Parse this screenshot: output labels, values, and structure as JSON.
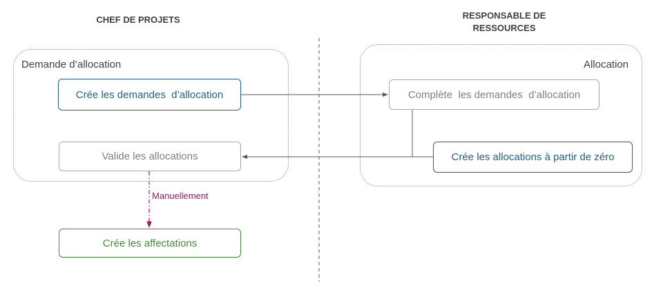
{
  "lanes": {
    "left_title": "CHEF DE PROJETS",
    "right_title_line1": "RESPONSABLE DE",
    "right_title_line2": "RESSOURCES"
  },
  "groups": {
    "left_label": "Demande d’allocation",
    "right_label": "Allocation"
  },
  "nodes": {
    "create_requests": "Crée les demandes  d’allocation",
    "complete_requests": "Complète  les demandes  d’allocation",
    "validate": "Valide les allocations",
    "create_from_scratch": "Crée les allocations à partir de zéro",
    "create_assignments": "Crée les affectations"
  },
  "edges": {
    "manual_label": "Manuellement"
  },
  "colors": {
    "blue": "#1f6184",
    "gray": "#7f7f7f",
    "green": "#3f8c35",
    "manual": "#a3185c",
    "divider": "#595959"
  }
}
